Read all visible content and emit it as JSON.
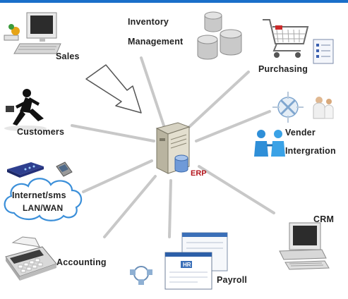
{
  "center": {
    "label": "ERP"
  },
  "modules": {
    "inventory": {
      "line1": "Inventory",
      "line2": "Management"
    },
    "sales": {
      "label": "Sales"
    },
    "purchasing": {
      "label": "Purchasing"
    },
    "customers": {
      "label": "Customers"
    },
    "vender": {
      "line1": "Vender",
      "line2": "Intergration"
    },
    "internet": {
      "line1": "Internet/sms",
      "line2": "LAN/WAN"
    },
    "crm": {
      "label": "CRM"
    },
    "accounting": {
      "label": "Accounting"
    },
    "payroll": {
      "label": "Payroll",
      "hr_badge": "HR"
    }
  },
  "colors": {
    "accent": "#1a6fc9",
    "connector": "#c8c8c8",
    "erp_label": "#b4151c",
    "cloud_stroke": "#3b8fd9"
  },
  "icons": [
    "desktop-computer-icon",
    "database-cylinders-icon",
    "shopping-cart-icon",
    "running-man-icon",
    "network-icon",
    "handshake-icon",
    "router-icon",
    "cloud-icon",
    "calculator-icon",
    "document-windows-icon",
    "server-tower-icon"
  ]
}
